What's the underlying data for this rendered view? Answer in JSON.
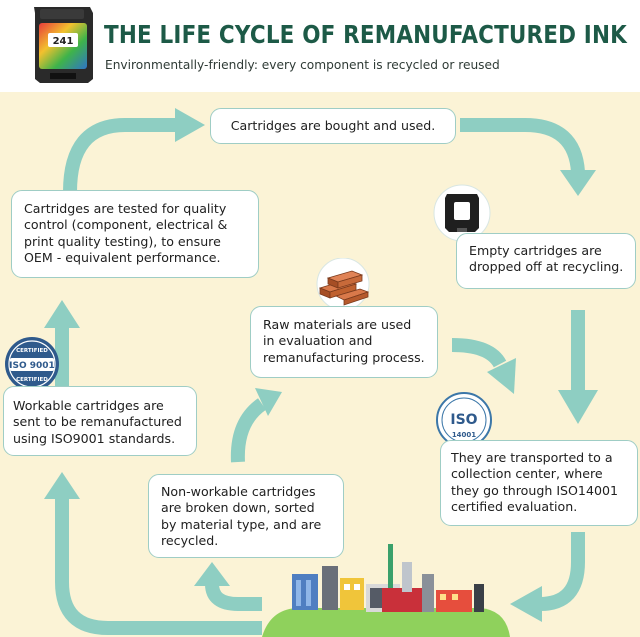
{
  "header": {
    "title": "THE LIFE CYCLE OF REMANUFACTURED INK",
    "subtitle": "Environmentally-friendly: every component is recycled or reused",
    "cartridge_label": "241"
  },
  "steps": {
    "bought": "Cartridges are bought and used.",
    "dropped_off": "Empty cartridges are\ndropped off at recycling.",
    "transported": "They are transported to a\ncollection center, where\nthey go through ISO14001\ncertified evaluation.",
    "broken_down": "Non-workable cartridges\nare broken down, sorted\nby material type, and are\nrecycled.",
    "raw_materials": "Raw materials are used\nin evaluation and\nremanufacturing process.",
    "workable": "Workable cartridges are\nsent to be remanufactured\nusing ISO9001 standards.",
    "tested": "Cartridges are tested for quality\ncontrol (component, electrical &\nprint quality testing), to ensure\nOEM - equivalent performance."
  },
  "badges": {
    "iso9001": {
      "main": "ISO 9001",
      "top": "CERTIFIED",
      "bottom": "CERTIFIED"
    },
    "iso14001": {
      "main": "ISO",
      "number": "14001"
    }
  },
  "colors": {
    "title": "#1d5a47",
    "background": "#fbf3d6",
    "arrow": "#8ecec2",
    "box_border": "#9fcdc5",
    "badge_blue": "#2f5a8c"
  },
  "icons": {
    "cartridge": "ink-cartridge-icon",
    "empty_cartridge": "empty-cartridge-icon",
    "raw_materials": "copper-bars-icon",
    "factory": "factory-icon"
  }
}
